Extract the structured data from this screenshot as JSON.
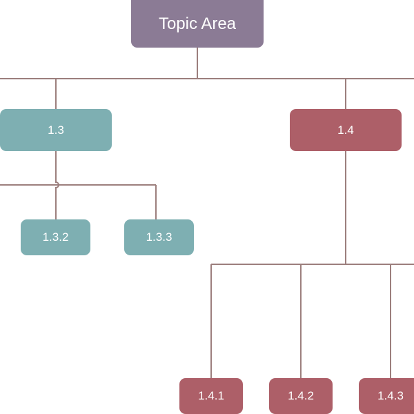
{
  "colors": {
    "root": "#8b7b95",
    "branch_teal": "#7eafb2",
    "branch_red": "#ad5f68",
    "connector": "#9c7f7d"
  },
  "diagram": {
    "root": {
      "label": "Topic Area"
    },
    "branches": [
      {
        "label": "1.3",
        "color": "branch_teal",
        "children": [
          {
            "label": "1.3.2"
          },
          {
            "label": "1.3.3"
          }
        ]
      },
      {
        "label": "1.4",
        "color": "branch_red",
        "children": [
          {
            "label": "1.4.1"
          },
          {
            "label": "1.4.2"
          },
          {
            "label": "1.4.3"
          }
        ]
      }
    ]
  }
}
